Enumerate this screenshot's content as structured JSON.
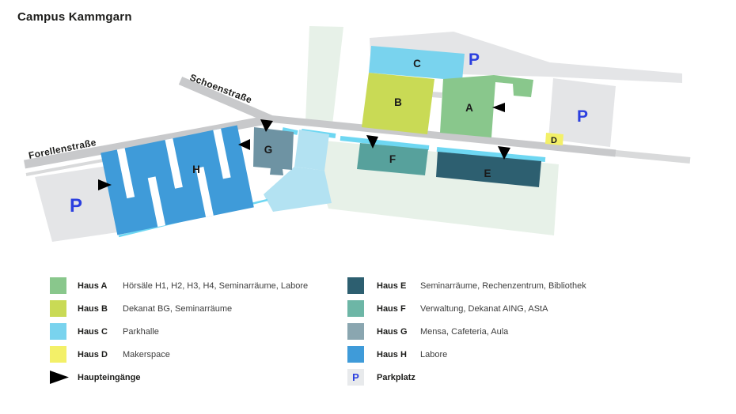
{
  "title": "Campus Kammgarn",
  "colors": {
    "haus_a": "#89c78c",
    "haus_b": "#c9da55",
    "haus_c": "#79d3ee",
    "haus_d": "#f3f068",
    "haus_e": "#2d5f70",
    "haus_f": "#57a19c",
    "haus_f_legend": "#6db6a6",
    "haus_g": "#6e93a3",
    "haus_g_legend": "#8aa6b0",
    "haus_h": "#3f9bd9",
    "parking_p": "#2b3fdf",
    "street": "#c8c9cb",
    "street_light": "#d9dadb",
    "parking_area": "#e4e5e7",
    "green_space": "#e7f1e8",
    "walkway_cyan": "#6ed7f2",
    "walkway_pale": "#b3e2f2",
    "entrance_marker": "#000000"
  },
  "map": {
    "streets": [
      {
        "name": "Schoenstraße"
      },
      {
        "name": "Forellenstraße"
      }
    ],
    "parking_letter": "P",
    "buildings": [
      {
        "label": "A"
      },
      {
        "label": "B"
      },
      {
        "label": "C"
      },
      {
        "label": "D"
      },
      {
        "label": "E"
      },
      {
        "label": "F"
      },
      {
        "label": "G"
      },
      {
        "label": "H"
      }
    ]
  },
  "legend": {
    "left": [
      {
        "name": "Haus A",
        "description": "Hörsäle H1, H2, H3, H4, Seminarräume, Labore"
      },
      {
        "name": "Haus B",
        "description": "Dekanat BG, Seminarräume"
      },
      {
        "name": "Haus C",
        "description": "Parkhalle"
      },
      {
        "name": "Haus D",
        "description": "Makerspace"
      }
    ],
    "entrances_label": "Haupteingänge",
    "right": [
      {
        "name": "Haus E",
        "description": "Seminarräume, Rechenzentrum, Bibliothek"
      },
      {
        "name": "Haus F",
        "description": "Verwaltung, Dekanat AING, AStA"
      },
      {
        "name": "Haus G",
        "description": "Mensa, Cafeteria, Aula"
      },
      {
        "name": "Haus H",
        "description": "Labore"
      }
    ],
    "parking_label": "Parkplatz",
    "parking_letter": "P"
  }
}
